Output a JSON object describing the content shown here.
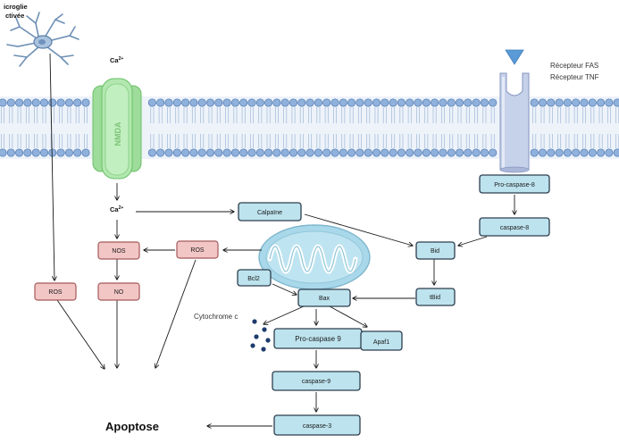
{
  "cells": {
    "microglia_line1": "icroglie",
    "microglia_line2": "ctivée"
  },
  "ions": {
    "ca_top_base": "Ca",
    "ca_top_sup": "2+",
    "ca_mid_base": "Ca",
    "ca_mid_sup": "2+"
  },
  "channels": {
    "nmda": "NMDA"
  },
  "receptors": {
    "fas": "Récepteur FAS",
    "tnf": "Récepteur TNF"
  },
  "boxes": {
    "pro_caspase_8": "Pro-caspase-8",
    "caspase_8": "caspase-8",
    "calpaine": "Calpaïne",
    "bid": "Bid",
    "tbid": "tBid",
    "bcl2": "Bcl2",
    "bax": "Bax",
    "nos": "NOS",
    "no": "NO",
    "ros_right": "ROS",
    "ros_left": "ROS",
    "pro_caspase_9": "Pro-caspase 9",
    "apaf1": "Apaf1",
    "caspase_9": "caspase-9",
    "caspase_3": "caspase-3"
  },
  "labels": {
    "cytochrome_c": "Cytochrome c",
    "apoptose": "Apoptose"
  },
  "colors": {
    "membrane_head": "#8fb1dc",
    "membrane_head_stroke": "#4c76b0",
    "membrane_band": "#dfe9f6",
    "nmda_fill": "#a7e2a5",
    "nmda_stroke": "#6bbf68",
    "receptor_fill": "#c8d3ea",
    "receptor_stroke": "#8696c0",
    "ligand_fill": "#5a9ad6",
    "blue_box_fill": "#bde3ee",
    "blue_box_stroke": "#2d3e4d",
    "red_box_fill": "#f3c6c6",
    "red_box_stroke": "#a45a5a",
    "mito_fill": "#a8d8ea",
    "cyto_dots": "#1e3b6b",
    "arrow": "#1a1a1a"
  }
}
